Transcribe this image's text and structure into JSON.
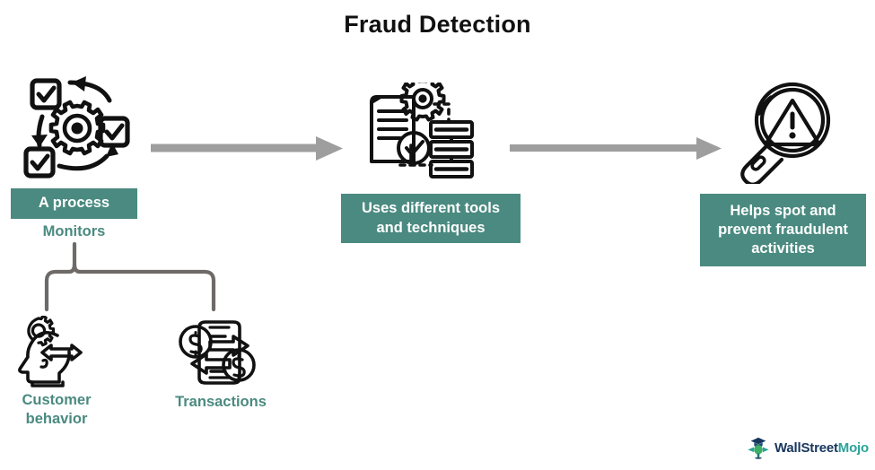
{
  "title": "Fraud Detection",
  "theme": {
    "teal": "#4a8a80",
    "teal_text": "#4a8a80",
    "arrow_gray": "#9e9e9e",
    "brace_gray": "#6e6a68",
    "icon_black": "#111111",
    "title_color": "#111111",
    "background": "#ffffff"
  },
  "steps": [
    {
      "id": "step-1",
      "icon": "process-cycle-gear-checkbox-icon",
      "box_label": "A process",
      "sub_label": "Monitors"
    },
    {
      "id": "step-2",
      "icon": "document-gear-flowchart-icon",
      "box_label": "Uses different tools and techniques"
    },
    {
      "id": "step-3",
      "icon": "magnifier-warning-triangle-icon",
      "box_label": "Helps spot and prevent fraudulent activities"
    }
  ],
  "connectors": [
    {
      "id": "arrow-1",
      "type": "arrow-right-icon"
    },
    {
      "id": "arrow-2",
      "type": "arrow-right-icon"
    },
    {
      "id": "brace-1",
      "type": "curly-brace-icon"
    }
  ],
  "branches": [
    {
      "id": "branch-customer-behavior",
      "icon": "head-profile-gear-arrows-icon",
      "label": "Customer behavior"
    },
    {
      "id": "branch-transactions",
      "icon": "money-exchange-dollar-icon",
      "label": "Transactions"
    }
  ],
  "logo": {
    "mark": "wallstreetmojo-mark-icon",
    "text_primary": "WallStreet",
    "text_accent": "Mojo"
  }
}
